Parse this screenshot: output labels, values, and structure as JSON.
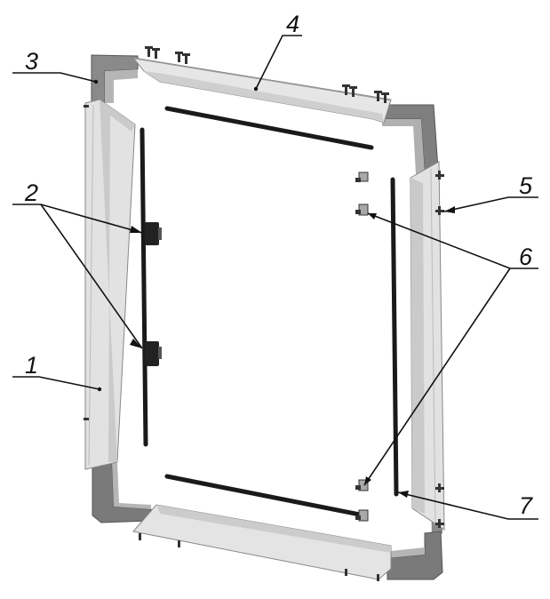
{
  "callouts": {
    "c1": "1",
    "c2": "2",
    "c3": "3",
    "c4": "4",
    "c5": "5",
    "c6": "6",
    "c7": "7"
  },
  "colors": {
    "frame_dark": "#7a7a7a",
    "frame_mid": "#9a9a9a",
    "frame_light": "#c4c4c4",
    "panel_light": "#e4e4e4",
    "panel_shade": "#cfcfcf",
    "rod": "#1a1a1a",
    "line": "#111111"
  }
}
